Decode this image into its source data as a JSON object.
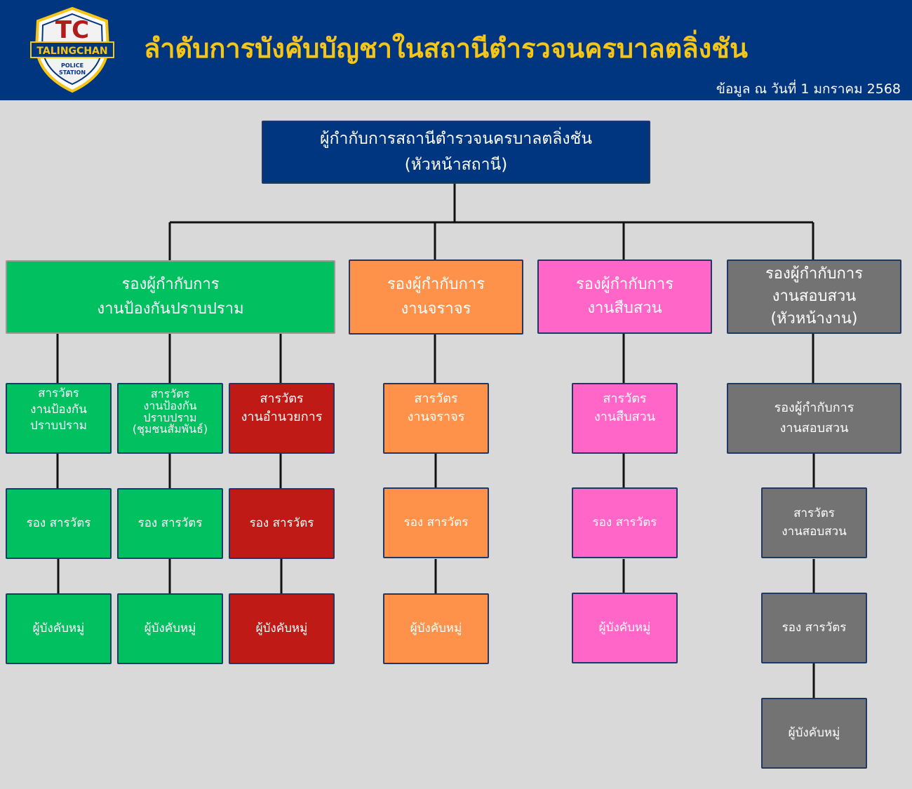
{
  "header": {
    "title": "ลำดับการบังคับบัญชาในสถานีตำรวจนครบาลตลิ่งชัน",
    "date": "ข้อมูล ณ วันที่ 1 มกราคม 2568",
    "logo": {
      "letters": "TC",
      "name": "TALINGCHAN",
      "sub1": "POLICE",
      "sub2": "STATION"
    }
  },
  "colors": {
    "header": "#003580",
    "title": "#f5c518",
    "green": "#00c060",
    "orange": "#ff924a",
    "pink": "#ff66c8",
    "gray": "#737373",
    "red": "#bf1a16",
    "line": "#111111"
  },
  "chart": {
    "top": {
      "line1": "ผู้กำกับการสถานีตำรวจนครบาลตลิ่งชัน",
      "line2": "(หัวหน้าสถานี)"
    },
    "suppression": {
      "head": {
        "line1": "รองผู้กำกับการ",
        "line2": "งานป้องกันปราบปราม"
      },
      "col1": {
        "inspector": {
          "line1": "สารวัตร",
          "line2": "งานป้องกัน",
          "line3": "ปราบปราม"
        },
        "deputy": "รอง สารวัตร",
        "squad": "ผู้บังคับหมู่"
      },
      "col2": {
        "inspector": {
          "line1": "สารวัตร",
          "line2": "งานป้องกัน",
          "line3": "ปราบปราม",
          "line4": "(ชุมชนสัมพันธ์)"
        },
        "deputy": "รอง สารวัตร",
        "squad": "ผู้บังคับหมู่"
      },
      "col3": {
        "inspector": {
          "line1": "สารวัตร",
          "line2": "งานอำนวยการ"
        },
        "deputy": "รอง สารวัตร",
        "squad": "ผู้บังคับหมู่"
      }
    },
    "traffic": {
      "head": {
        "line1": "รองผู้กำกับการ",
        "line2": "งานจราจร"
      },
      "inspector": {
        "line1": "สารวัตร",
        "line2": "งานจราจร"
      },
      "deputy": "รอง สารวัตร",
      "squad": "ผู้บังคับหมู่"
    },
    "investigation": {
      "head": {
        "line1": "รองผู้กำกับการ",
        "line2": "งานสืบสวน"
      },
      "inspector": {
        "line1": "สารวัตร",
        "line2": "งานสืบสวน"
      },
      "deputy": "รอง สารวัตร",
      "squad": "ผู้บังคับหมู่"
    },
    "inquiry": {
      "head": {
        "line1": "รองผู้กำกับการ",
        "line2": "งานสอบสวน",
        "line3": "(หัวหน้างาน)"
      },
      "deputy_superintendent": {
        "line1": "รองผู้กำกับการ",
        "line2": "งานสอบสวน"
      },
      "inspector": {
        "line1": "สารวัตร",
        "line2": "งานสอบสวน"
      },
      "deputy": "รอง สารวัตร",
      "squad": "ผู้บังคับหมู่"
    }
  }
}
